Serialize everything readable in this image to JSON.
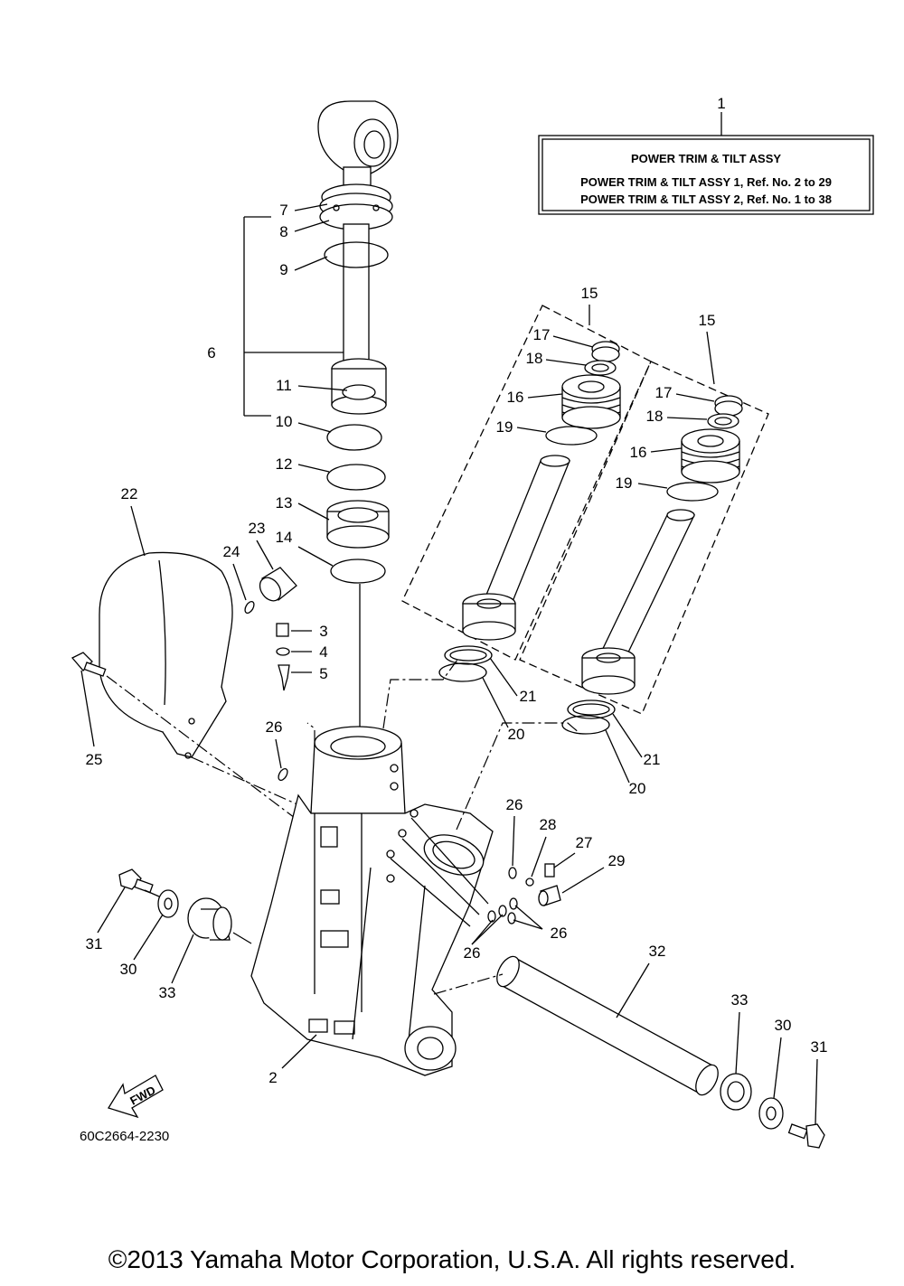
{
  "title_box": {
    "ref": "1",
    "heading": "POWER TRIM & TILT ASSY",
    "line1": "POWER TRIM & TILT ASSY 1,  Ref. No. 2 to 29",
    "line2": "POWER TRIM & TILT ASSY 2,  Ref. No. 1 to 38"
  },
  "callouts": {
    "c2": "2",
    "c3": "3",
    "c4": "4",
    "c5": "5",
    "c6": "6",
    "c7": "7",
    "c8": "8",
    "c9": "9",
    "c10": "10",
    "c11": "11",
    "c12": "12",
    "c13": "13",
    "c14": "14",
    "c15a": "15",
    "c15b": "15",
    "c16a": "16",
    "c16b": "16",
    "c17a": "17",
    "c17b": "17",
    "c18a": "18",
    "c18b": "18",
    "c19a": "19",
    "c19b": "19",
    "c20a": "20",
    "c20b": "20",
    "c21a": "21",
    "c21b": "21",
    "c22": "22",
    "c23": "23",
    "c24": "24",
    "c25": "25",
    "c26a": "26",
    "c26b": "26",
    "c26c": "26",
    "c26d": "26",
    "c27": "27",
    "c28": "28",
    "c29": "29",
    "c30a": "30",
    "c30b": "30",
    "c31a": "31",
    "c31b": "31",
    "c32": "32",
    "c33a": "33",
    "c33b": "33"
  },
  "fwd_label": "FWD",
  "diagram_number": "60C2664-2230",
  "copyright": "©2013 Yamaha Motor Corporation, U.S.A. All rights reserved."
}
